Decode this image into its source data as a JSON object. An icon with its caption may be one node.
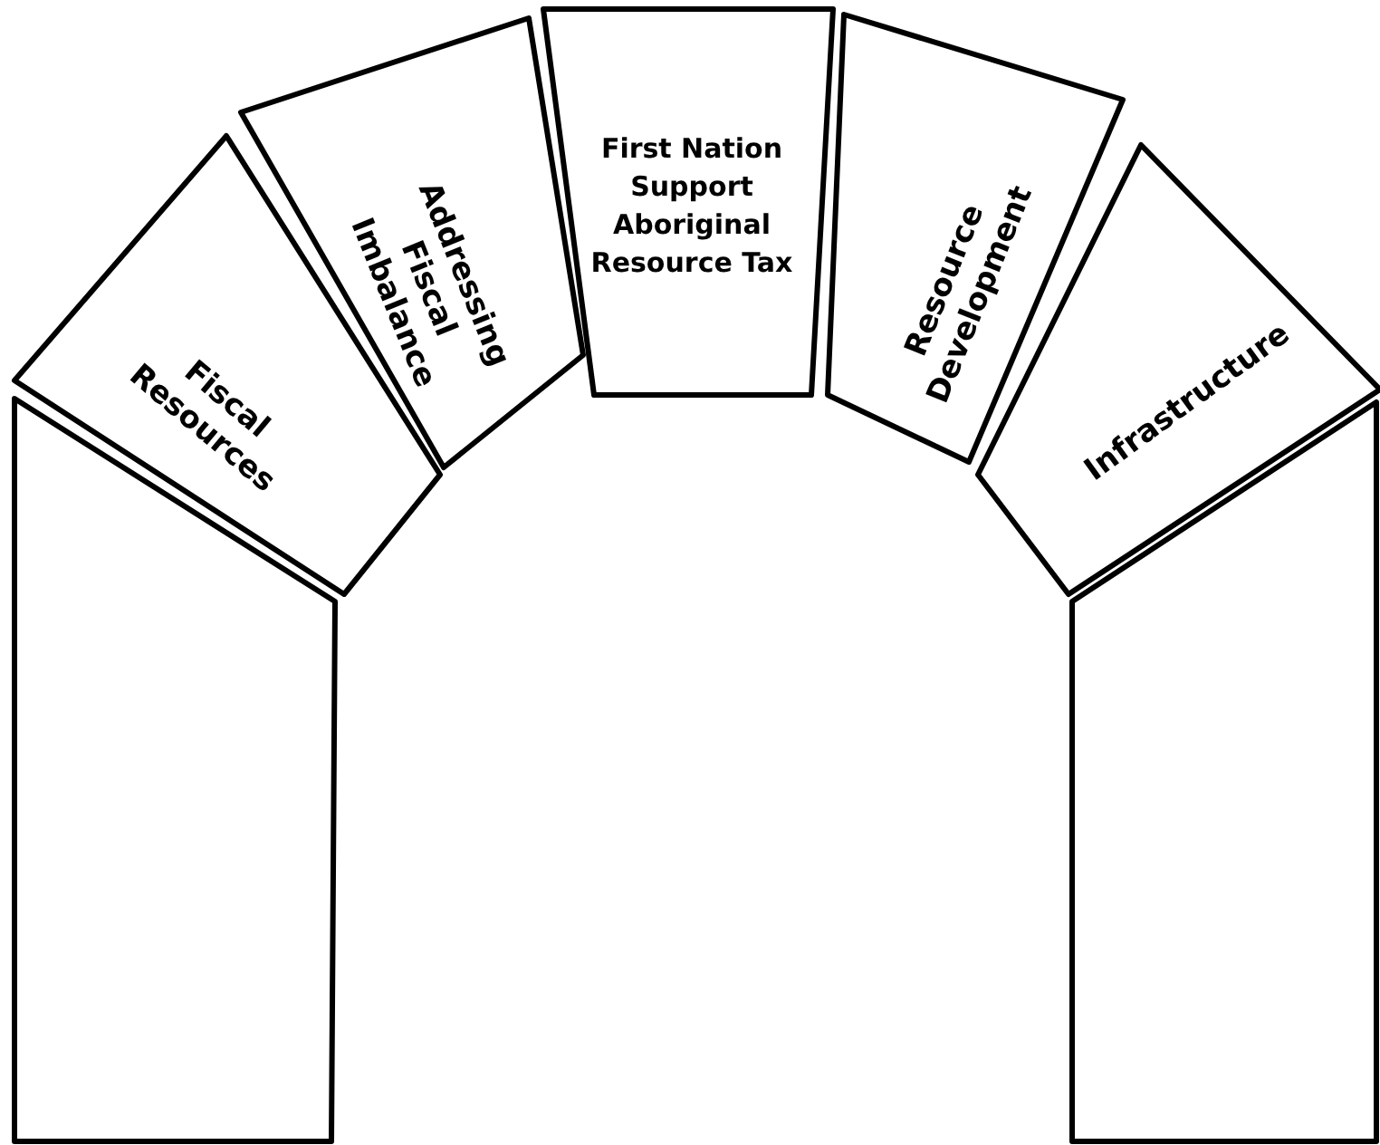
{
  "diagram": {
    "nodes": [
      {
        "text": [
          "Fiscal Resources"
        ]
      },
      {
        "text": [
          "Addressing Fiscal Imbalance"
        ]
      },
      {
        "text": [
          "First Nation Support Aboriginal Resource Tax"
        ]
      },
      {
        "text": [
          "Resource Development"
        ]
      },
      {
        "text": [
          "Infrastructure"
        ]
      },
      {
        "text": [],
        "shape": "box"
      },
      {
        "text": [],
        "shape": "box"
      }
    ]
  }
}
